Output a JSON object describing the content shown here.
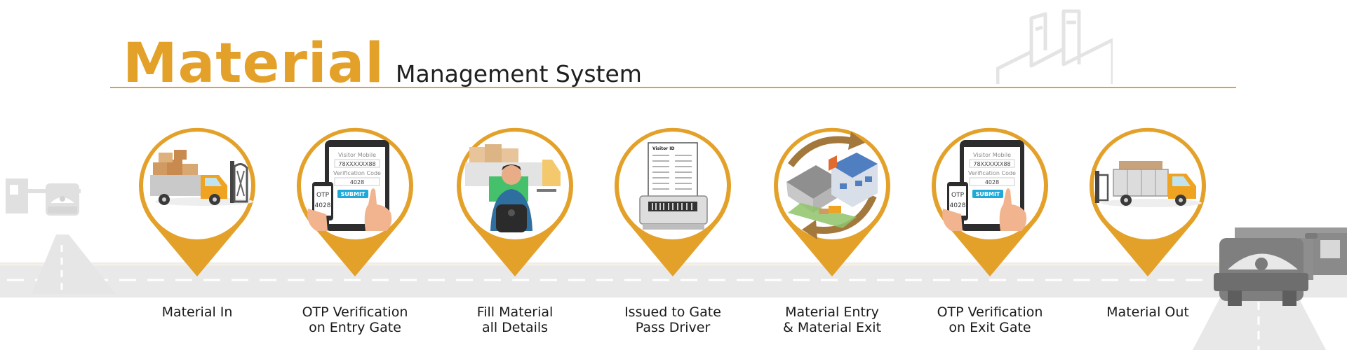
{
  "header": {
    "title_main": "Material",
    "title_sub": "Management System"
  },
  "colors": {
    "accent": "#e3a12a",
    "road": "#e9e9e9",
    "road_dash": "#ffffff",
    "scene_gray": "#bdbdbd"
  },
  "icons": {
    "decoration_top_right": "factory-icon",
    "decoration_left": "toll-gate-icon",
    "decoration_right": "security-gate-icon"
  },
  "steps": [
    {
      "line1": "Material In",
      "line2": "",
      "icon": "truck-entering-gate-icon"
    },
    {
      "line1": "OTP Verification",
      "line2": "on Entry Gate",
      "icon": "tablet-otp-icon",
      "tablet": {
        "mobile_label": "Visitor Mobile",
        "mobile_value": "78XXXXXX88",
        "code_label": "Verification Code",
        "code_value": "4028",
        "button": "SUBMIT",
        "phone_line1": "OTP",
        "phone_line2": "4028"
      }
    },
    {
      "line1": "Fill Material",
      "line2": "all Details",
      "icon": "operator-at-computer-icon"
    },
    {
      "line1": "Issued to Gate",
      "line2": "Pass Driver",
      "icon": "pass-printer-icon",
      "pass": {
        "heading": "Visitor ID"
      }
    },
    {
      "line1": "Material Entry",
      "line2": "& Material Exit",
      "icon": "warehouse-cycle-icon"
    },
    {
      "line1": "OTP Verification",
      "line2": "on Exit Gate",
      "icon": "tablet-otp-icon",
      "tablet": {
        "mobile_label": "Visitor Mobile",
        "mobile_value": "78XXXXXX88",
        "code_label": "Verification Code",
        "code_value": "4028",
        "button": "SUBMIT",
        "phone_line1": "OTP",
        "phone_line2": "4028"
      }
    },
    {
      "line1": "Material Out",
      "line2": "",
      "icon": "truck-exiting-gate-icon"
    }
  ]
}
